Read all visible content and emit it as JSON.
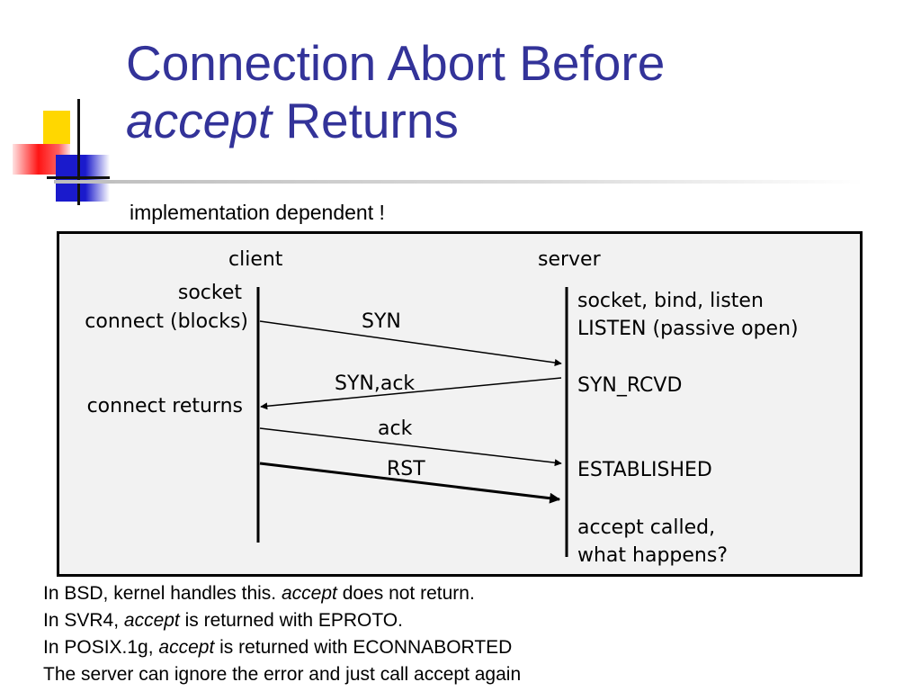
{
  "title": {
    "line1": "Connection Abort Before",
    "line2_italic": "accept",
    "line2_rest": " Returns"
  },
  "subtitle": "implementation dependent !",
  "diagram": {
    "client_label": "client",
    "server_label": "server",
    "client_events": [
      "socket",
      "connect (blocks)",
      "connect returns"
    ],
    "server_events": [
      "socket, bind, listen",
      "LISTEN (passive open)",
      "SYN_RCVD",
      "ESTABLISHED",
      "accept called,",
      "what happens?"
    ],
    "messages": [
      "SYN",
      "SYN,ack",
      "ack",
      "RST"
    ]
  },
  "notes": [
    {
      "before": "In BSD, kernel handles this. ",
      "italic": "accept",
      "after": " does not return."
    },
    {
      "before": "In SVR4, ",
      "italic": "accept",
      "after": " is returned with EPROTO."
    },
    {
      "before": "In POSIX.1g, ",
      "italic": "accept",
      "after": " is returned with ECONNABORTED"
    },
    {
      "before": "The server can ignore the error and just call accept again",
      "italic": "",
      "after": ""
    }
  ]
}
